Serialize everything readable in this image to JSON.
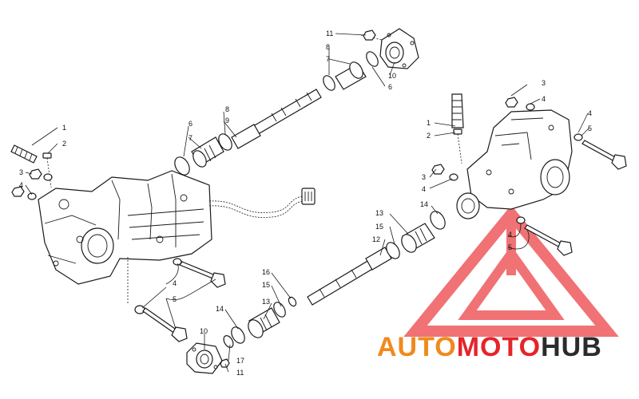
{
  "callouts": {
    "c1": "1",
    "c2": "2",
    "c3": "3",
    "c4": "4",
    "c5": "5",
    "c6": "6",
    "c7": "7",
    "c8": "8",
    "c9": "9",
    "c10": "10",
    "c11": "11",
    "c12": "12",
    "c13": "13",
    "c14": "14",
    "c15": "15",
    "c16": "16",
    "c17": "17"
  },
  "watermark": {
    "part1": "AUTO",
    "part2": "MOTO",
    "part3": "HUB",
    "color_accent": "#f08a1c",
    "color_red": "#e5242a",
    "color_dark": "#2b2b2b"
  }
}
